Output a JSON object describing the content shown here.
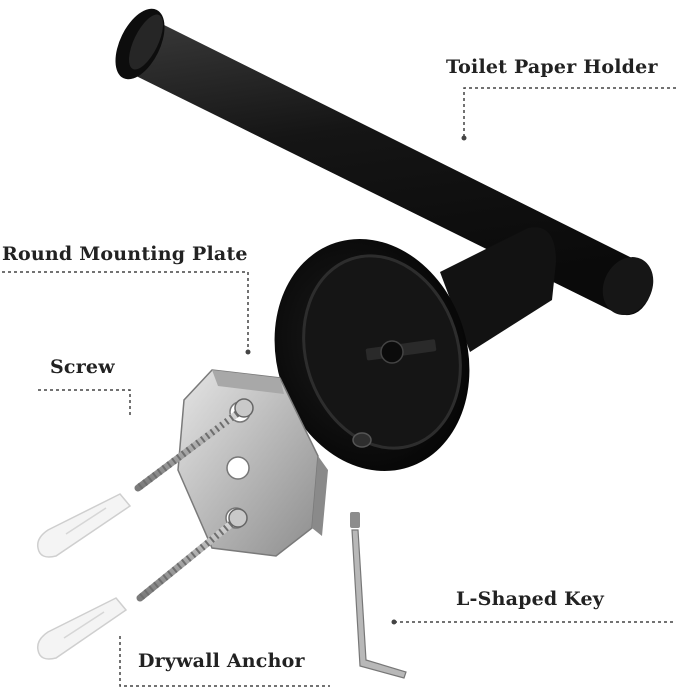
{
  "labels": {
    "toilet_paper_holder": "Toilet Paper Holder",
    "round_mounting_plate": "Round Mounting Plate",
    "screw": "Screw",
    "l_shaped_key": "L-Shaped Key",
    "drywall_anchor": "Drywall Anchor"
  },
  "colors": {
    "holder": "#1b1b1b",
    "plate_metal": "#c8c8c8",
    "anchor": "#f2f2f2",
    "leader_line": "#444444"
  }
}
